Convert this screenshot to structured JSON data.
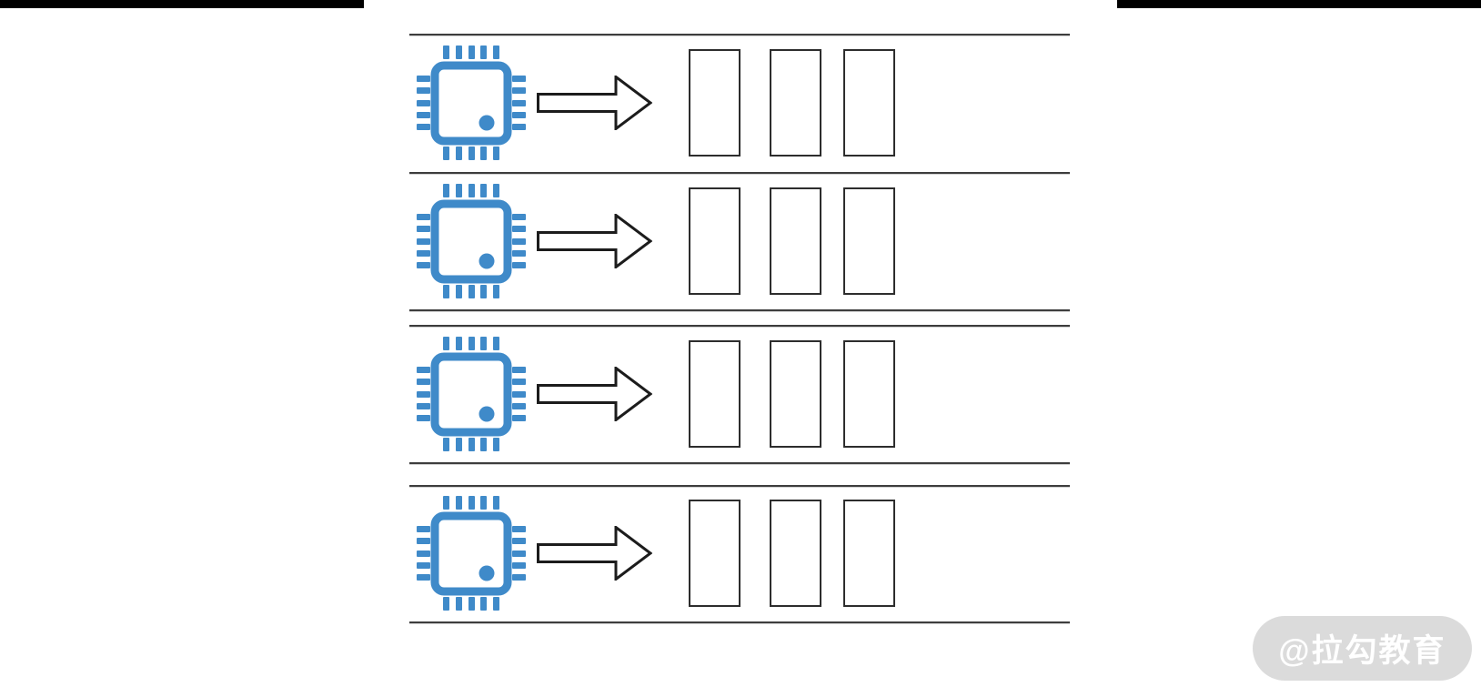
{
  "page": {
    "background": "#ffffff"
  },
  "top_bars": {
    "color": "#000000"
  },
  "colors": {
    "chip_blue": "#3f8ac9",
    "separator": "#3d3d3d",
    "box_border": "#2d2d2d",
    "box_fill": "#ffffff",
    "arrow_stroke": "#1c1c1c"
  },
  "diagram": {
    "rows": [
      {
        "name": "cpu-lane-1",
        "cpu_icon": "cpu-chip-icon",
        "arrow_icon": "arrow-right-icon",
        "slots": 3
      },
      {
        "name": "cpu-lane-2",
        "cpu_icon": "cpu-chip-icon",
        "arrow_icon": "arrow-right-icon",
        "slots": 3
      },
      {
        "name": "cpu-lane-3",
        "cpu_icon": "cpu-chip-icon",
        "arrow_icon": "arrow-right-icon",
        "slots": 3
      },
      {
        "name": "cpu-lane-4",
        "cpu_icon": "cpu-chip-icon",
        "arrow_icon": "arrow-right-icon",
        "slots": 3
      }
    ]
  },
  "watermark": {
    "text": "@拉勾教育",
    "bg_color": "#dbdbdb",
    "text_color": "#ffffff"
  }
}
